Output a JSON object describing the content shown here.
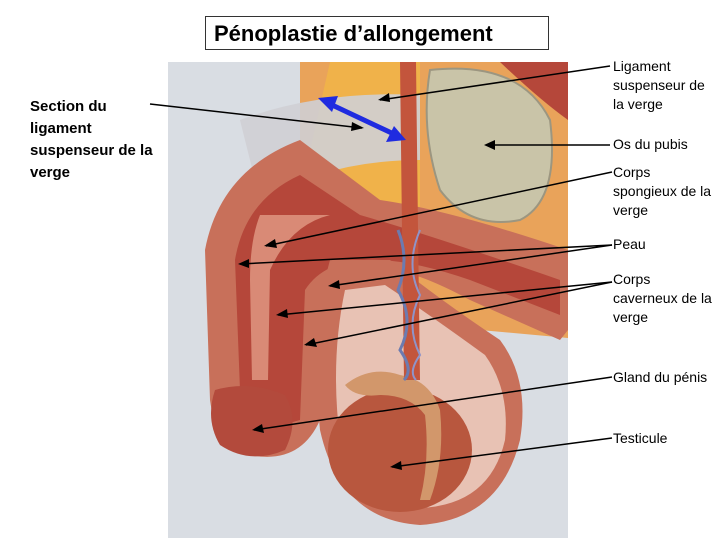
{
  "title": "Pénoplastie d’allongement",
  "left_label": "Section du ligament suspenseur de la verge",
  "labels": [
    "Ligament suspenseur de la verge",
    "Os du pubis",
    "Corps spongieux de la verge",
    "Peau",
    "Corps caverneux de la verge",
    "Gland du pénis",
    "Testicule"
  ],
  "colors": {
    "arrow": "#1f2be0",
    "skin_outer": "#c8705a",
    "muscle": "#b5473a",
    "fat": "#f0b24a",
    "bone": "#c9c4a8",
    "testicle": "#b8573e"
  }
}
